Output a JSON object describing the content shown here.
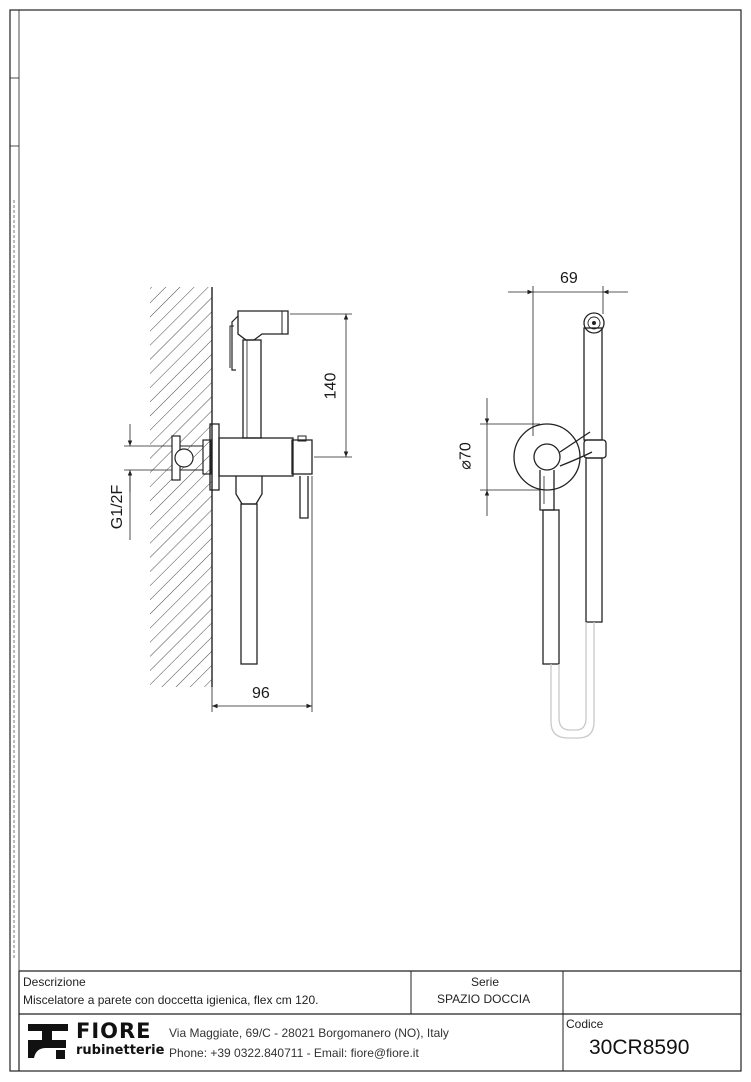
{
  "drawing": {
    "dimensions": {
      "height_140": "140",
      "connection_g12f": "G1/2F",
      "depth_96": "96",
      "width_69": "69",
      "diameter_70": "70"
    }
  },
  "title_block": {
    "descrizione_label": "Descrizione",
    "descrizione_value": "Miscelatore a parete con doccetta igienica, flex cm 120.",
    "serie_label": "Serie",
    "serie_value": "SPAZIO DOCCIA",
    "codice_label": "Codice",
    "codice_value": "30CR8590",
    "address_line1": "Via Maggiate, 69/C - 28021 Borgomanero (NO), Italy",
    "address_line2": "Phone: +39 0322.840711 - Email: fiore@fiore.it",
    "logo_top": "FIORE",
    "logo_bottom": "rubinetterie"
  }
}
